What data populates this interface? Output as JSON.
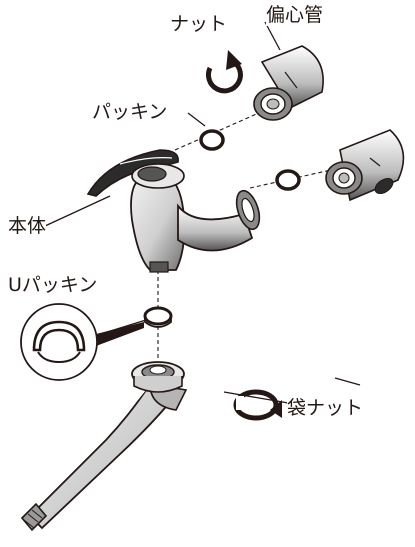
{
  "labels": {
    "nut": "ナット",
    "eccentric_pipe": "偏心管",
    "packing": "パッキン",
    "body": "本体",
    "u_packing": "Uパッキン",
    "bag_nut": "袋ナット"
  },
  "colors": {
    "line": "#231815",
    "fill": "#ffffff",
    "shade": "#6e6e6e",
    "dark": "#231815"
  }
}
